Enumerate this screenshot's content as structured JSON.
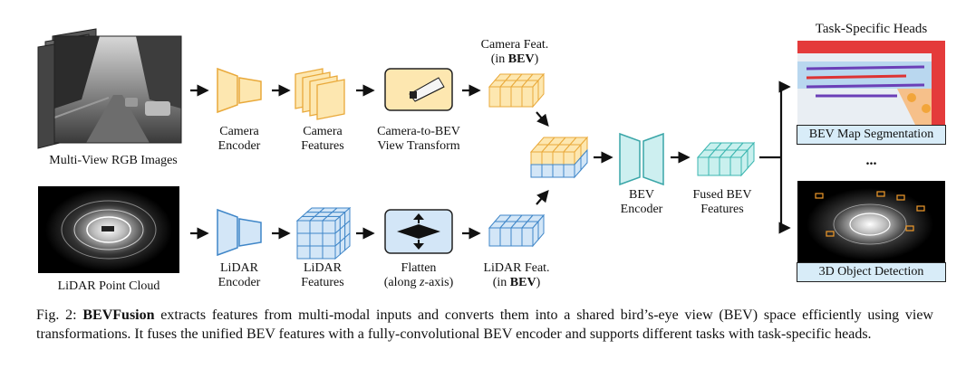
{
  "figure": {
    "inputs": {
      "camera": "Multi-View RGB Images",
      "lidar": "LiDAR Point Cloud"
    },
    "camera_branch": {
      "encoder": [
        "Camera",
        "Encoder"
      ],
      "features": [
        "Camera",
        "Features"
      ],
      "transform": [
        "Camera-to-BEV",
        "View Transform"
      ],
      "bev_feat_line1": "Camera Feat.",
      "bev_feat_line2_prefix": "(in ",
      "bev_feat_line2_bold": "BEV",
      "bev_feat_line2_suffix": ")"
    },
    "lidar_branch": {
      "encoder": [
        "LiDAR",
        "Encoder"
      ],
      "features": [
        "LiDAR",
        "Features"
      ],
      "flatten_line1": "Flatten",
      "flatten_line2_prefix": "(along ",
      "flatten_line2_italic": "z",
      "flatten_line2_suffix": "-axis)",
      "bev_feat_line1": "LiDAR Feat.",
      "bev_feat_line2_prefix": "(in ",
      "bev_feat_line2_bold": "BEV",
      "bev_feat_line2_suffix": ")"
    },
    "fusion": {
      "bev_encoder": [
        "BEV",
        "Encoder"
      ],
      "fused": [
        "Fused BEV",
        "Features"
      ]
    },
    "heads": {
      "title": "Task-Specific Heads",
      "segmentation": "BEV Map Segmentation",
      "ellipsis": "...",
      "detection": "3D Object Detection"
    },
    "colors": {
      "camera_fill": "#fde7b0",
      "camera_stroke": "#e9a93a",
      "lidar_fill": "#d3e6f7",
      "lidar_stroke": "#3f86c8",
      "fused_fill": "#c9f0ee",
      "fused_stroke": "#3bb6b0",
      "bev_encoder_fill": "#cdeff0",
      "bev_encoder_stroke": "#3aa6a8"
    }
  },
  "caption": {
    "fig_label": "Fig. 2: ",
    "name": "BEVFusion",
    "text": " extracts features from multi-modal inputs and converts them into a shared bird’s-eye view (BEV) space efficiently using view transformations. It fuses the unified BEV features with a fully-convolutional BEV encoder and supports different tasks with task-specific heads."
  }
}
